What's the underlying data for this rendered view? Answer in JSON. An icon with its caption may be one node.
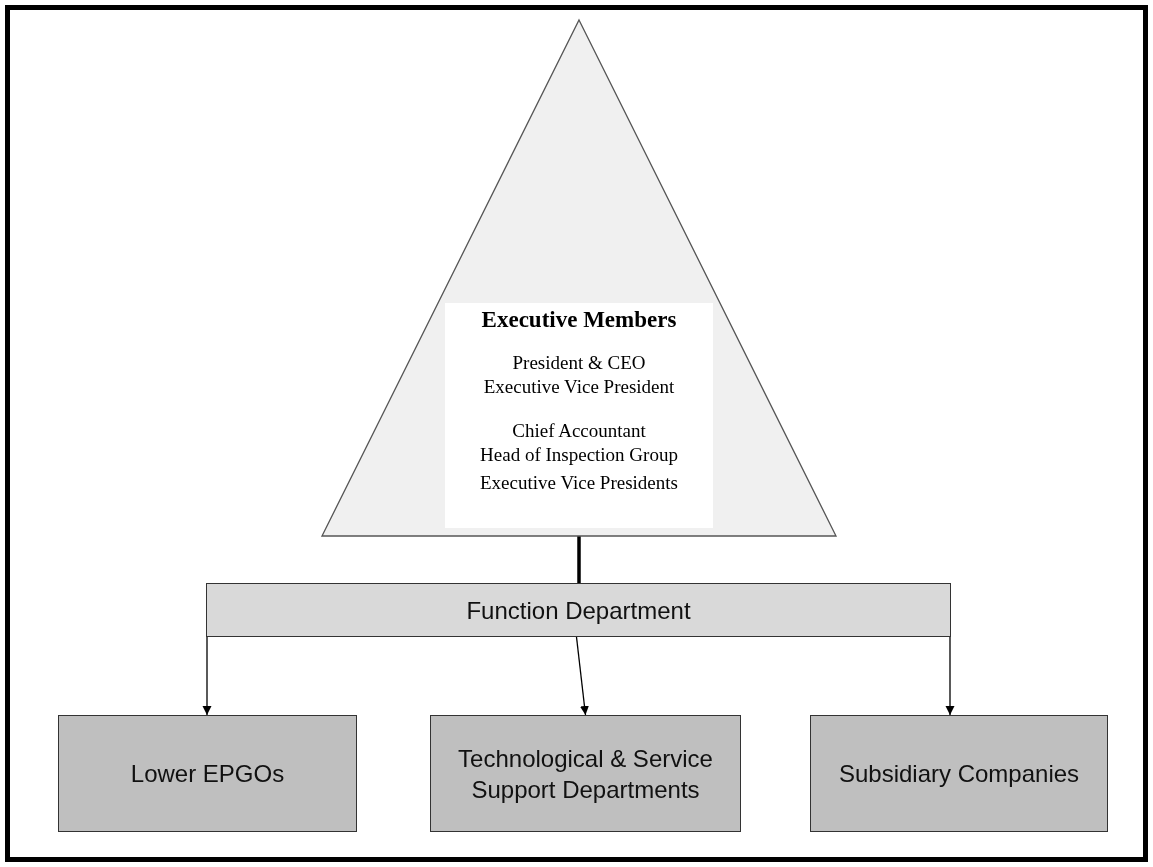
{
  "diagram": {
    "nodes": [
      {
        "text": [
          "Executive Members",
          "President & CEO",
          "Executive Vice President",
          "Chief Accountant",
          "Head of Inspection Group",
          "Executive Vice Presidents"
        ]
      },
      {
        "text": [
          "Function Department"
        ]
      },
      {
        "text": [
          "Lower EPGOs"
        ]
      },
      {
        "text": [
          "Technological & Service Support Departments"
        ]
      },
      {
        "text": [
          "Subsidiary Companies"
        ]
      }
    ],
    "edges": [
      {
        "from": 0,
        "to": 1,
        "arrow": "none",
        "style": "thick"
      },
      {
        "from": 1,
        "to": 2,
        "arrow": "to"
      },
      {
        "from": 1,
        "to": 3,
        "arrow": "to"
      },
      {
        "from": 1,
        "to": 4,
        "arrow": "to"
      }
    ]
  }
}
